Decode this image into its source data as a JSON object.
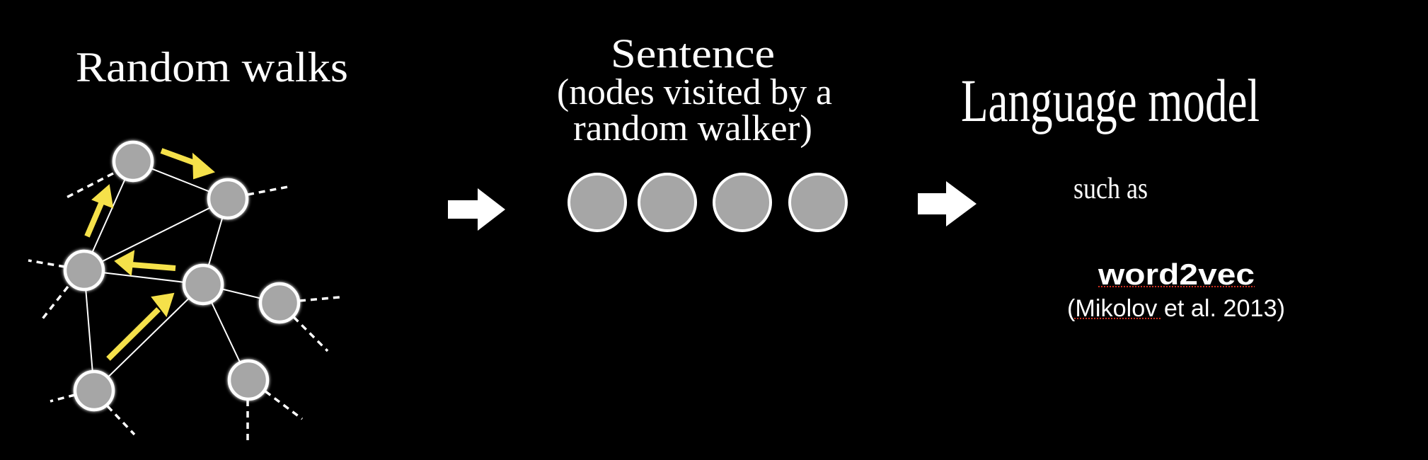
{
  "left": {
    "title": "Random walks"
  },
  "middle": {
    "title": "Sentence",
    "subtitle_line1": "(nodes visited by a",
    "subtitle_line2": "random walker)",
    "sentence_node_count": 4
  },
  "right": {
    "title": "Language model",
    "such_as": "such as",
    "model_name": "word2vec",
    "citation": "(Mikolov et al. 2013)"
  },
  "colors": {
    "background": "#000000",
    "node_fill": "#a6a6a6",
    "node_stroke": "#ffffff",
    "walk_arrow": "#f5e14a",
    "spellcheck_underline": "#d03020"
  }
}
